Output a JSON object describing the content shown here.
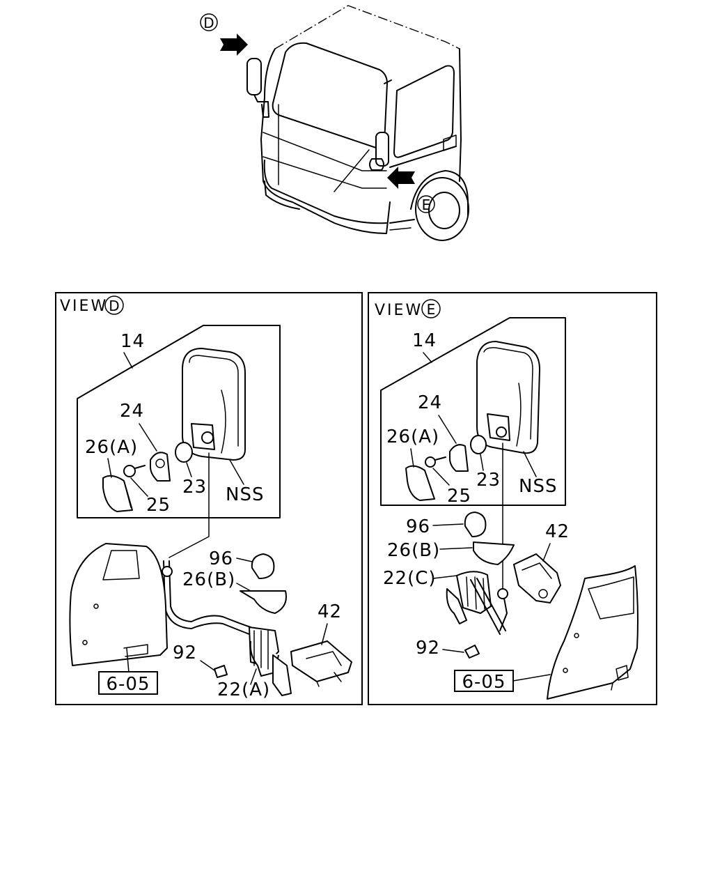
{
  "overview": {
    "marker_d": "D",
    "marker_e": "E"
  },
  "view_d": {
    "title": "VIEW",
    "marker": "D",
    "labels": {
      "p14": "14",
      "p24": "24",
      "p26a": "26(A)",
      "p25": "25",
      "p23": "23",
      "nss": "NSS",
      "p96": "96",
      "p26b": "26(B)",
      "p42": "42",
      "p92": "92",
      "p22a": "22(A)",
      "ref": "6-05"
    }
  },
  "view_e": {
    "title": "VIEW",
    "marker": "E",
    "labels": {
      "p14": "14",
      "p24": "24",
      "p26a": "26(A)",
      "p25": "25",
      "p23": "23",
      "nss": "NSS",
      "p96": "96",
      "p42": "42",
      "p26b": "26(B)",
      "p22c": "22(C)",
      "p92": "92",
      "ref": "6-05"
    }
  }
}
